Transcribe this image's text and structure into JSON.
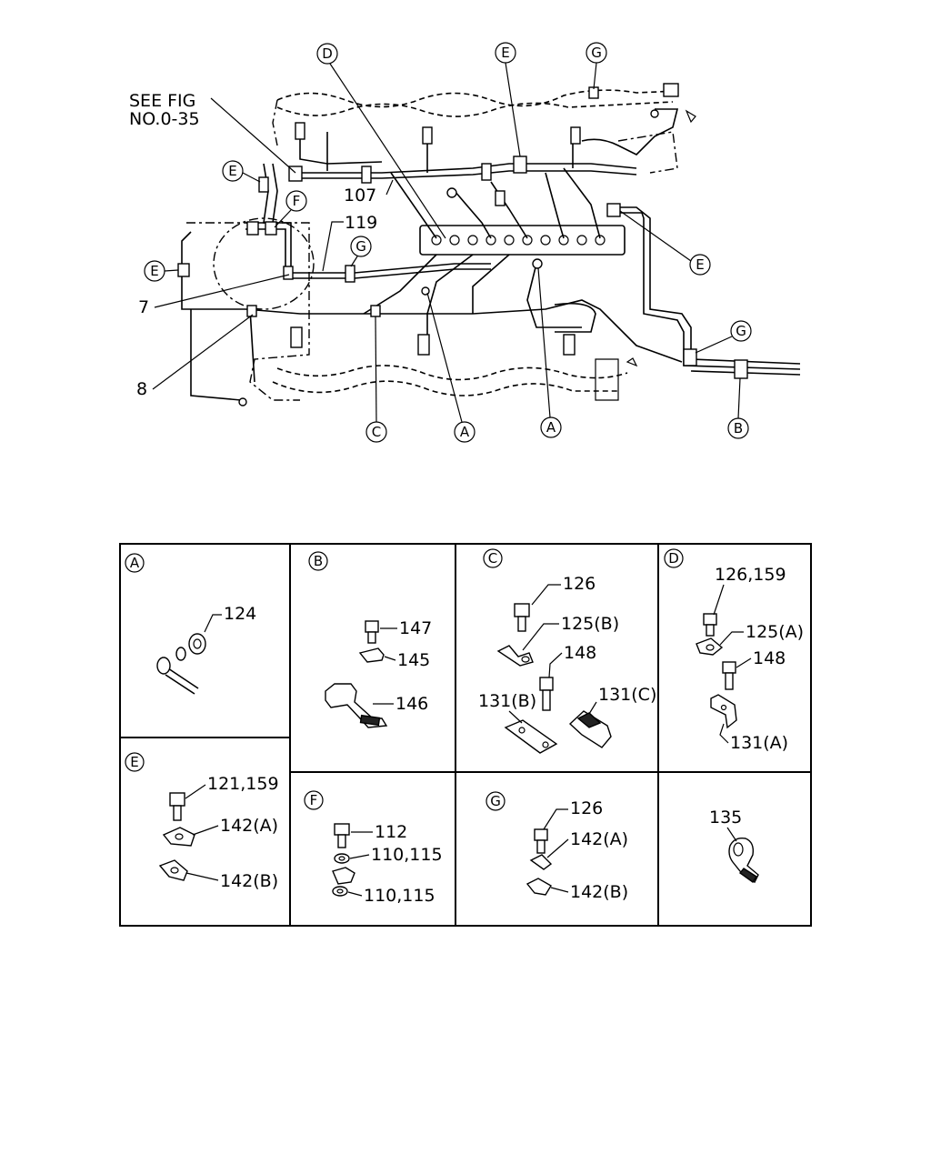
{
  "overview": {
    "see_fig": [
      "SEE FIG",
      "NO.0-35"
    ],
    "labels": {
      "l107": "107",
      "l119": "119",
      "l7": "7",
      "l8": "8"
    },
    "callouts": {
      "d_top": "D",
      "e_top": "E",
      "g_top": "G",
      "e_left_upper": "E",
      "f_left": "F",
      "g_left": "G",
      "e_left": "E",
      "e_right": "E",
      "g_right": "G",
      "c_bottom": "C",
      "a_bottom1": "A",
      "a_bottom2": "A",
      "b_bottom": "B"
    }
  },
  "details": {
    "A": {
      "key": "A",
      "labels": [
        "124"
      ]
    },
    "B": {
      "key": "B",
      "labels": [
        "147",
        "145",
        "146"
      ]
    },
    "C": {
      "key": "C",
      "labels": [
        "126",
        "125(B)",
        "148",
        "131(B)",
        "131(C)"
      ]
    },
    "D": {
      "key": "D",
      "labels": [
        "126,159",
        "125(A)",
        "148",
        "131(A)"
      ]
    },
    "E": {
      "key": "E",
      "labels": [
        "121,159",
        "142(A)",
        "142(B)"
      ]
    },
    "F": {
      "key": "F",
      "labels": [
        "112",
        "110,115",
        "110,115"
      ]
    },
    "G": {
      "key": "G",
      "labels": [
        "126",
        "142(A)",
        "142(B)"
      ]
    },
    "H": {
      "labels": [
        "135"
      ]
    }
  }
}
